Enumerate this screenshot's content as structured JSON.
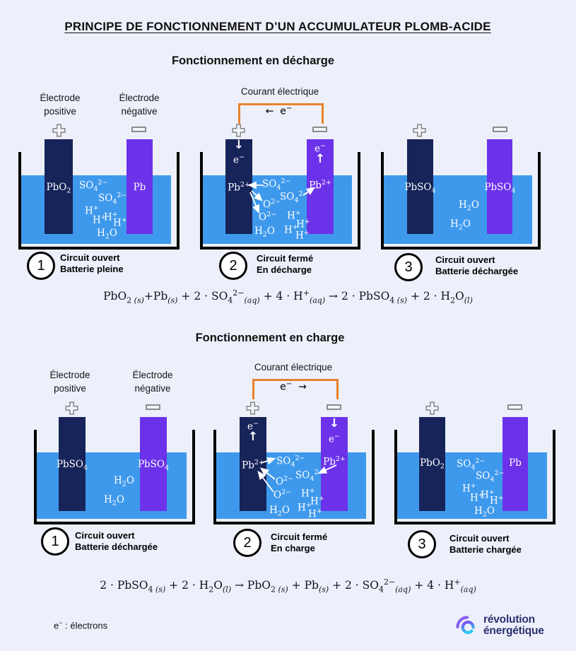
{
  "colors": {
    "background": "#edf0fa",
    "electrolyte": "#3e99ec",
    "electrode_positive": "#17245a",
    "electrode_negative": "#6c32e9",
    "wire": "#e8822c",
    "logo_text": "#2b3070"
  },
  "title": "PRINCIPE DE FONCTIONNEMENT D’UN ACCUMULATEUR PLOMB-ACIDE",
  "glyphs": {
    "down": "↓",
    "up": "↑"
  },
  "discharge": {
    "heading": "Fonctionnement en décharge",
    "positive_label": "Électrode\npositive",
    "negative_label": "Électrode\nnégative",
    "current_label": "Courant électrique",
    "flow_html": "← &nbsp;e<sup>−</sup>",
    "electron_html": "e<sup>−</sup>",
    "c1": {
      "pos": "PbO<sub>2</sub>",
      "neg": "Pb",
      "sp": [
        "SO<sub>4</sub><sup>2−</sup>",
        "SO<sub>4</sub><sup>2−</sup>",
        "H<sup>+</sup>",
        "H<sup>+</sup>",
        "H<sup>+</sup>",
        "H<sup>+</sup>",
        "H<sub>2</sub>O"
      ]
    },
    "c2": {
      "pos_ion": "Pb<sup>2+</sup>",
      "neg_ion": "Pb<sup>2+</sup>",
      "sp": [
        "SO<sub>4</sub><sup>2−</sup>",
        "SO<sub>4</sub><sup>2−</sup>",
        "O<sup>2−</sup>",
        "O<sup>2−</sup>",
        "H<sup>+</sup>",
        "H<sup>+</sup>",
        "H<sup>+</sup>",
        "H<sup>+</sup>",
        "H<sub>2</sub>O"
      ]
    },
    "c3": {
      "pos": "PbSO<sub>4</sub>",
      "neg": "PbSO<sub>4</sub>",
      "sp": [
        "H<sub>2</sub>O",
        "H<sub>2</sub>O"
      ]
    },
    "steps": [
      {
        "num": "1",
        "l1": "Circuit ouvert",
        "l2": "Batterie pleine"
      },
      {
        "num": "2",
        "l1": "Circuit fermé",
        "l2": "En décharge"
      },
      {
        "num": "3",
        "l1": "Circuit ouvert",
        "l2": "Batterie déchargée"
      }
    ],
    "equation_html": "PbO<sub>2 <i>(s)</i></sub>+Pb<sub><i>(s)</i></sub> + 2 · SO<sub>4</sub><sup>2−</sup><sub><i>(aq)</i></sub> + 4 · H<sup>+</sup><sub><i>(aq)</i></sub> → 2 · PbSO<sub>4 <i>(s)</i></sub> + 2 · H<sub>2</sub>O<sub><i>(l)</i></sub>"
  },
  "charge": {
    "heading": "Fonctionnement en charge",
    "positive_label": "Électrode\npositive",
    "negative_label": "Électrode\nnégative",
    "current_label": "Courant électrique",
    "flow_html": "e<sup>−</sup>&nbsp; →",
    "electron_html": "e<sup>−</sup>",
    "c1": {
      "pos": "PbSO<sub>4</sub>",
      "neg": "PbSO<sub>4</sub>",
      "sp": [
        "H<sub>2</sub>O",
        "H<sub>2</sub>O"
      ]
    },
    "c2": {
      "pos_ion": "Pb<sup>2+</sup>",
      "neg_ion": "Pb<sup>2+</sup>",
      "sp": [
        "SO<sub>4</sub><sup>2−</sup>",
        "SO<sub>4</sub><sup>2−</sup>",
        "O<sup>2−</sup>",
        "O<sup>2−</sup>",
        "H<sup>+</sup>",
        "H<sup>+</sup>",
        "H<sup>+</sup>",
        "H<sup>+</sup>",
        "H<sub>2</sub>O"
      ]
    },
    "c3": {
      "pos": "PbO<sub>2</sub>",
      "neg": "Pb",
      "sp": [
        "SO<sub>4</sub><sup>2−</sup>",
        "SO<sub>4</sub><sup>2−</sup>",
        "H<sup>+</sup>",
        "H<sup>+</sup>",
        "H<sup>+</sup>",
        "H<sup>+</sup>",
        "H<sub>2</sub>O"
      ]
    },
    "steps": [
      {
        "num": "1",
        "l1": "Circuit ouvert",
        "l2": "Batterie déchargée"
      },
      {
        "num": "2",
        "l1": "Circuit fermé",
        "l2": "En charge"
      },
      {
        "num": "3",
        "l1": "Circuit ouvert",
        "l2": "Batterie chargée"
      }
    ],
    "equation_html": "2 · PbSO<sub>4 <i>(s)</i></sub> + 2 · H<sub>2</sub>O<sub><i>(l)</i></sub> → PbO<sub>2 <i>(s)</i></sub> + Pb<sub><i>(s)</i></sub> + 2 · SO<sub>4</sub><sup>2−</sup><sub><i>(aq)</i></sub> + 4 · H<sup>+</sup><sub><i>(aq)</i></sub>"
  },
  "footer": {
    "legend_html": "e<sup>−</sup> : électrons",
    "logo_line1": "révolution",
    "logo_line2": "énergétique"
  }
}
